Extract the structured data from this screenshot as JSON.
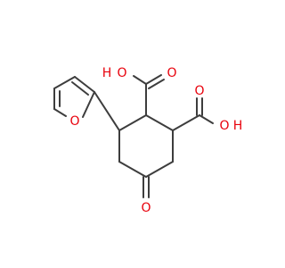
{
  "atoms": {
    "o_acid1_hydroxyl_h": "H",
    "o_acid1_hydroxyl_o": "O",
    "o_acid1_carbonyl": "O",
    "o_acid2_carbonyl": "O",
    "o_acid2_hydroxyl_o": "O",
    "o_acid2_hydroxyl_h": "H",
    "o_furan": "O",
    "o_ketone": "O"
  },
  "colors": {
    "bond": "#3d3d3d",
    "oxygen": "#e8000b",
    "background": "#ffffff"
  }
}
